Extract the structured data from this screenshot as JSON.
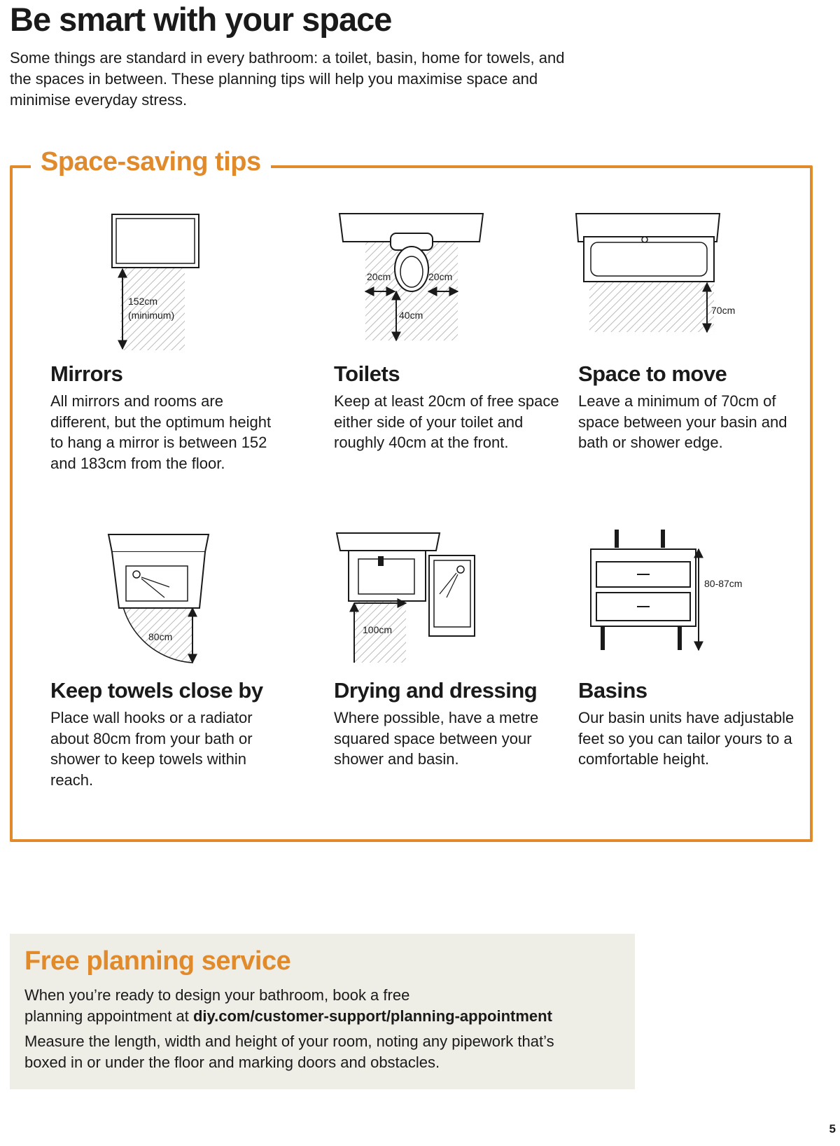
{
  "header": {
    "title": "Be smart with your space",
    "intro": "Some things are standard in every bathroom: a toilet, basin, home for towels, and the spaces in between. These planning tips will help you maximise space and minimise everyday stress."
  },
  "tips_section": {
    "title": "Space-saving tips",
    "accent_color": "#e08a2c",
    "tips": [
      {
        "heading": "Mirrors",
        "text": "All mirrors and rooms are different, but the optimum height to hang a mirror is between 152 and 183cm from the floor.",
        "labels": [
          "152cm",
          "(minimum)"
        ],
        "icon": "mirror-diagram"
      },
      {
        "heading": "Toilets",
        "text": "Keep at least 20cm of free space either side of your toilet and roughly 40cm at the front.",
        "labels": [
          "20cm",
          "20cm",
          "40cm"
        ],
        "icon": "toilet-diagram"
      },
      {
        "heading": "Space to move",
        "text": "Leave a minimum of 70cm of space between your basin and bath or shower edge.",
        "labels": [
          "70cm"
        ],
        "icon": "bath-diagram"
      },
      {
        "heading": "Keep towels close by",
        "text": "Place wall hooks or a radiator about 80cm from your bath or shower to keep towels within reach.",
        "labels": [
          "80cm"
        ],
        "icon": "shower-towel-diagram"
      },
      {
        "heading": "Drying and dressing",
        "text": "Where possible, have a metre squared space between your shower and basin.",
        "labels": [
          "100cm"
        ],
        "icon": "basin-shower-diagram"
      },
      {
        "heading": "Basins",
        "text": "Our basin units have adjustable feet so you can tailor yours to a comfortable height.",
        "labels": [
          "80-87cm"
        ],
        "icon": "basin-unit-diagram"
      }
    ]
  },
  "planning": {
    "title": "Free planning service",
    "line1": "When you’re ready to design your bathroom, book a free",
    "line2_prefix": "planning appointment at ",
    "link": "diy.com/customer-support/planning-appointment",
    "line3": "Measure the length, width and height of your room, noting any pipework that’s boxed in or under the floor and marking doors and obstacles.",
    "background_color": "#eeede6"
  },
  "page_number": "5"
}
